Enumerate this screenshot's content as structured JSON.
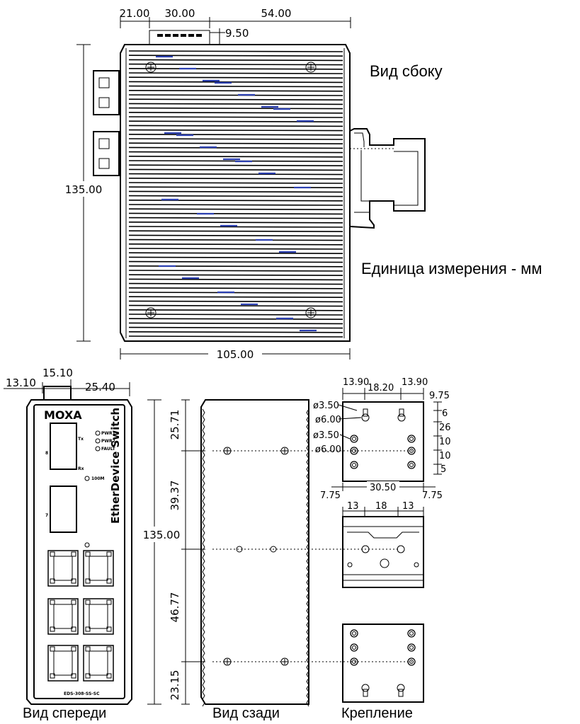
{
  "labels": {
    "side_view": "Вид сбоку",
    "unit": "Единица измерения - мм",
    "front_view": "Вид спереди",
    "rear_view": "Вид сзади",
    "mount": "Крепление"
  },
  "side_dims": {
    "top_a": "21.00",
    "top_b": "30.00",
    "top_c": "54.00",
    "top_d": "9.50",
    "height": "135.00",
    "width": "105.00"
  },
  "front_dims": {
    "a": "13.10",
    "b": "15.10",
    "c": "25.40",
    "height": "135.00"
  },
  "front_panel": {
    "brand": "MOXA",
    "product": "EtherDevice Switch",
    "model": "EDS-308-SS-SC",
    "tx": "Tx",
    "rx": "Rx",
    "pwr1": "PWR1",
    "pwr2": "PWR2",
    "fault": "FAULT",
    "speed100": "100M"
  },
  "rear_dims": {
    "a": "25.71",
    "b": "39.37",
    "c": "46.77",
    "d": "23.15"
  },
  "mount_dims": {
    "top_a": "13.90",
    "top_b": "18.20",
    "top_c": "13.90",
    "r1": "9.75",
    "r2": "6",
    "r3": "26",
    "r4": "10",
    "r5": "10",
    "r6": "5",
    "d1": "ø3.50",
    "d2": "ø6.00",
    "d3": "ø3.50",
    "d4": "ø6.00",
    "b1": "7.75",
    "b2": "30.50",
    "b3": "7.75",
    "rail_a": "13",
    "rail_b": "18",
    "rail_c": "13"
  }
}
